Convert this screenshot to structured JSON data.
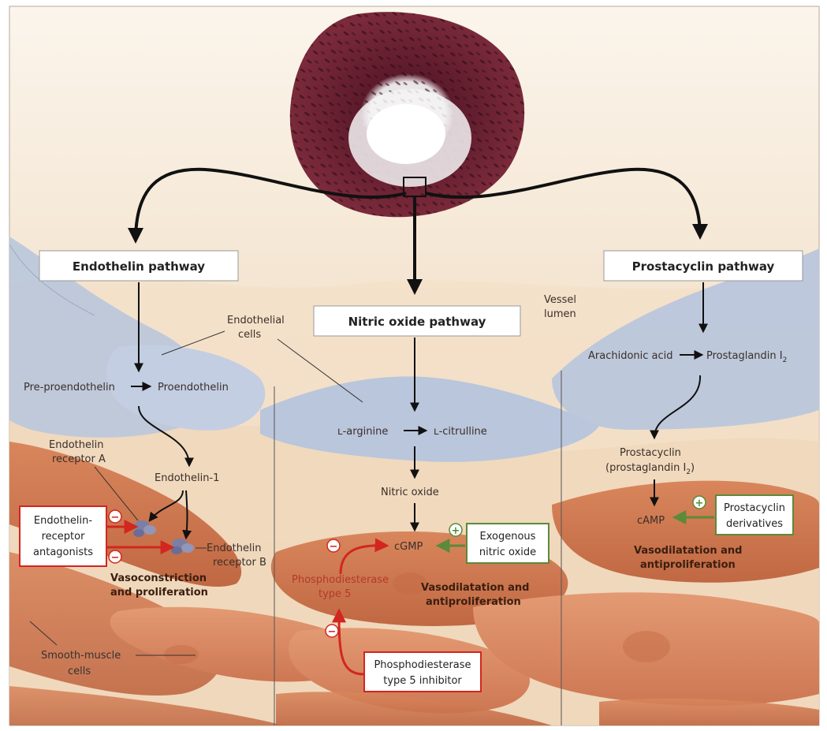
{
  "pathways": {
    "endothelin": "Endothelin pathway",
    "nitric_oxide": "Nitric oxide pathway",
    "prostacyclin": "Prostacyclin pathway"
  },
  "labels": {
    "vessel_lumen_1": "Vessel",
    "vessel_lumen_2": "lumen",
    "endothelial_cells_1": "Endothelial",
    "endothelial_cells_2": "cells",
    "pre_proendothelin": "Pre-proendothelin",
    "proendothelin": "Proendothelin",
    "endothelin_receptor_a_1": "Endothelin",
    "endothelin_receptor_a_2": "receptor A",
    "endothelin_1": "Endothelin-1",
    "endothelin_receptor_b_1": "Endothelin",
    "endothelin_receptor_b_2": "receptor B",
    "vasoconstriction_1": "Vasoconstriction",
    "vasoconstriction_2": "and proliferation",
    "smooth_muscle_1": "Smooth-muscle",
    "smooth_muscle_2": "cells",
    "l_arginine": "ʟ-arginine",
    "l_citrulline": "ʟ-citrulline",
    "nitric_oxide": "Nitric oxide",
    "cgmp": "cGMP",
    "pde5_1": "Phosphodiesterase",
    "pde5_2": "type 5",
    "vasodilatation_no_1": "Vasodilatation and",
    "vasodilatation_no_2": "antiproliferation",
    "arachidonic_acid": "Arachidonic acid",
    "prostaglandin_i2": "Prostaglandin I",
    "prostaglandin_sub": "2",
    "prostacyclin_1": "Prostacyclin",
    "prostacyclin_2": "(prostaglandin I",
    "prostacyclin_2_sub": "2",
    "prostacyclin_2_end": ")",
    "camp": "cAMP",
    "vasodilatation_pc_1": "Vasodilatation and",
    "vasodilatation_pc_2": "antiproliferation"
  },
  "drug_boxes": {
    "era_1": "Endothelin-",
    "era_2": "receptor",
    "era_3": "antagonists",
    "exo_no_1": "Exogenous",
    "exo_no_2": "nitric oxide",
    "pc_deriv_1": "Prostacyclin",
    "pc_deriv_2": "derivatives",
    "pde5i_1": "Phosphodiesterase",
    "pde5i_2": "type 5 inhibitor"
  },
  "signs": {
    "minus": "−",
    "plus": "+"
  },
  "colors": {
    "background": "#f3e2cc",
    "endothelium": "#b9c6dc",
    "smooth_muscle": "#cf7a52",
    "inhibit_arrow": "#d2261f",
    "stimulate_arrow": "#5b8a3a",
    "tissue": "#6e2333"
  }
}
